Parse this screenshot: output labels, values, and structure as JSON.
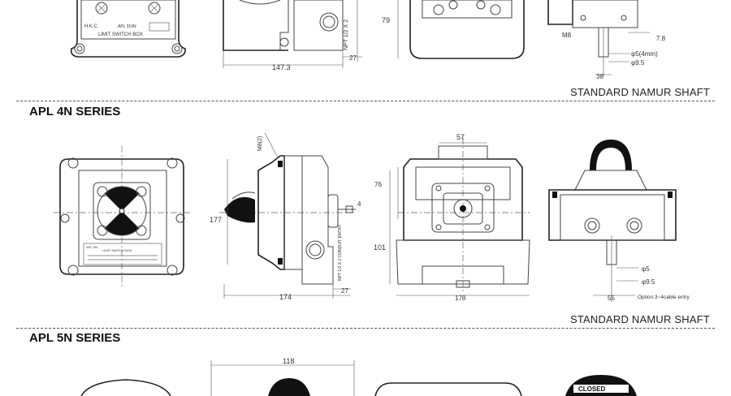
{
  "top": {
    "nameplate_brand": "H.K.C",
    "nameplate_model": "APL 310N",
    "nameplate_title": "LIMIT SWITCH BOX",
    "dim_79": "79",
    "dim_147_3": "147.3",
    "dim_27": "27",
    "thread": "NPT 1/2 X 2",
    "dim_m8": "M8",
    "dim_7_8": "7.8",
    "dim_phi5": "φ5(4mm)",
    "dim_phi9_5": "φ9.5",
    "dim_38": "38"
  },
  "caption_1": "STANDARD NAMUR SHAFT",
  "series_4n": {
    "title": "APL 4N SERIES",
    "dim_177": "177",
    "dim_174": "174",
    "dim_27": "27",
    "dim_4": "4",
    "dim_m8": "M8(2)",
    "dim_57": "57",
    "dim_76": "76",
    "dim_101": "101",
    "dim_178": "178",
    "dim_phi5": "φ5",
    "dim_phi9_5": "φ9.5",
    "dim_55": "55",
    "option": "Option:3~4cable entry",
    "nameplate_title": "LIMIT SWITCH BOX",
    "nameplate_model": "APL-4N",
    "thread": "NPT 1/2 X 2 CONDUIT ENTRY"
  },
  "caption_2": "STANDARD NAMUR SHAFT",
  "series_5n": {
    "title": "APL 5N SERIES",
    "dim_118": "118",
    "closed_label": "CLOSED"
  }
}
